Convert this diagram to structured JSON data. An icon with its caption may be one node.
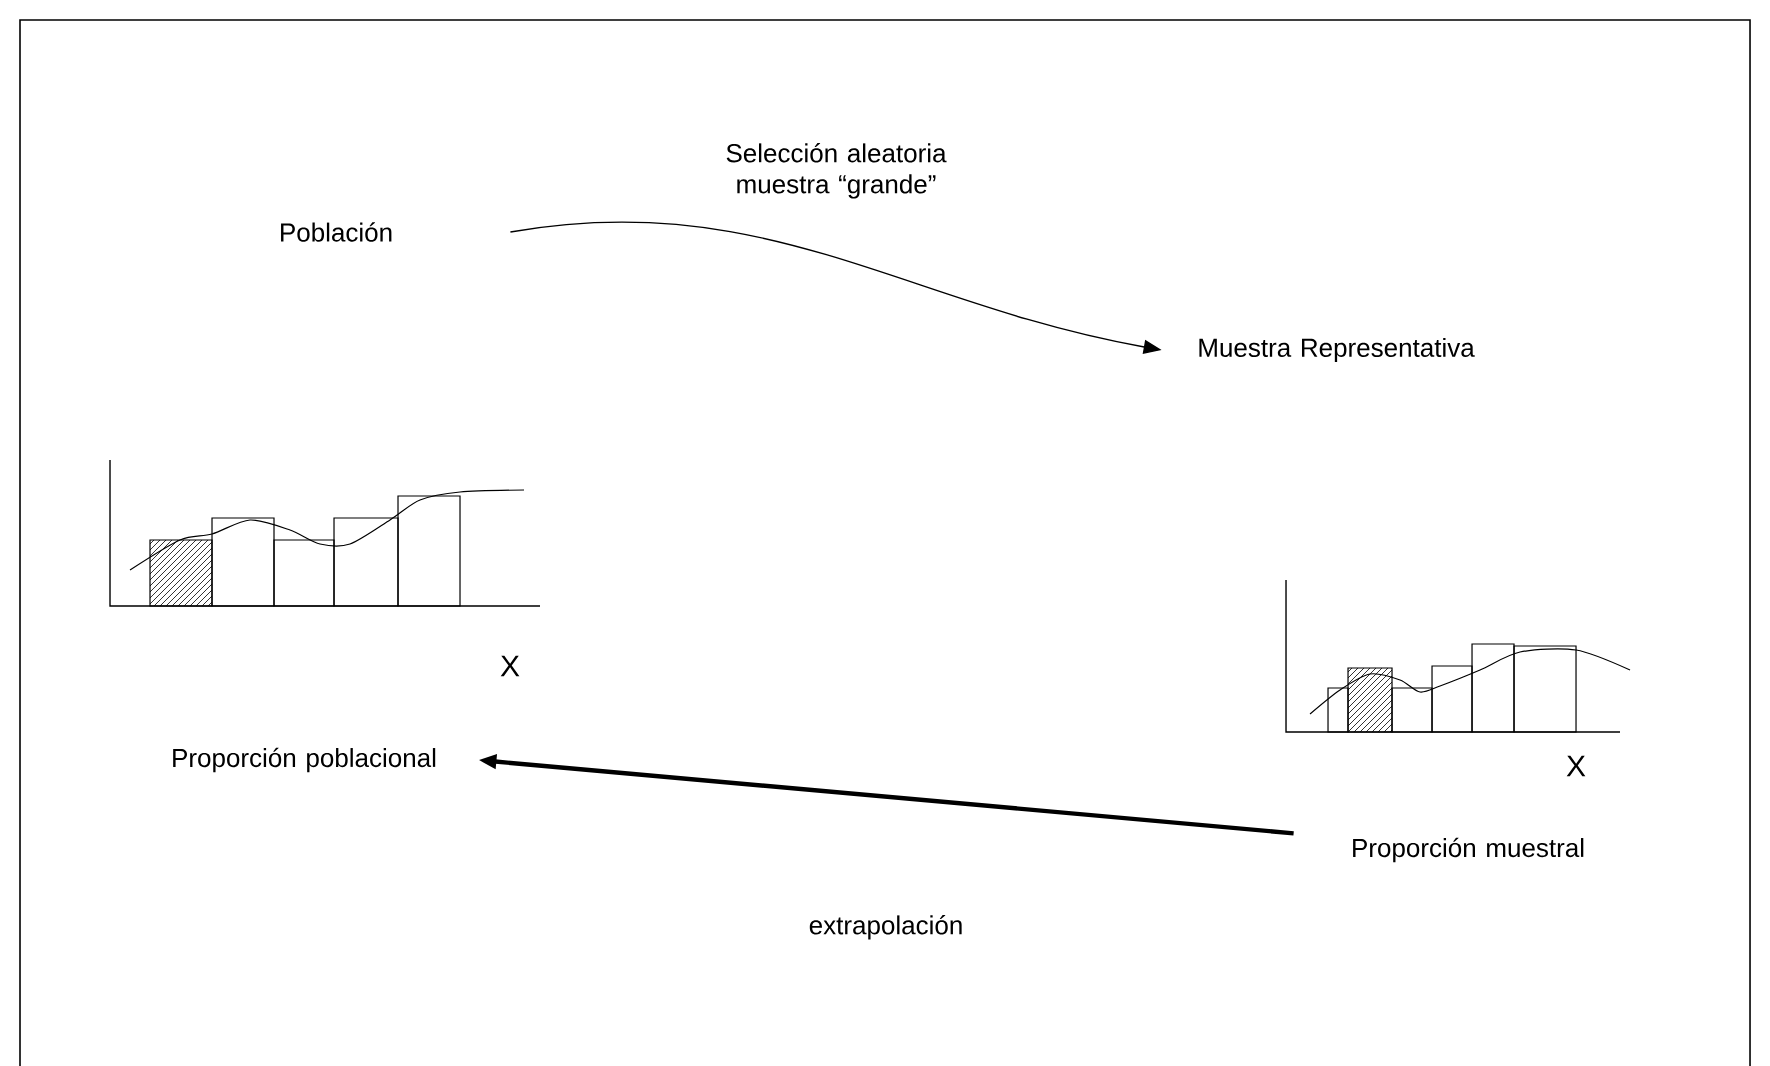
{
  "diagram": {
    "nodes": [
      {
        "text": [
          "Población"
        ]
      },
      {
        "text": [
          "Muestra Representativa"
        ]
      },
      {
        "text": [
          "Proporción poblacional"
        ]
      },
      {
        "text": [
          "Proporción muestral"
        ]
      }
    ],
    "edges": [
      {
        "from": 0,
        "to": 1,
        "arrow": "to",
        "label": "Selección aleatoria muestra “grande”"
      },
      {
        "from": 3,
        "to": 2,
        "arrow": "to",
        "label": "extrapolación",
        "style": "thick"
      }
    ],
    "labels": [
      "X",
      "X"
    ]
  }
}
